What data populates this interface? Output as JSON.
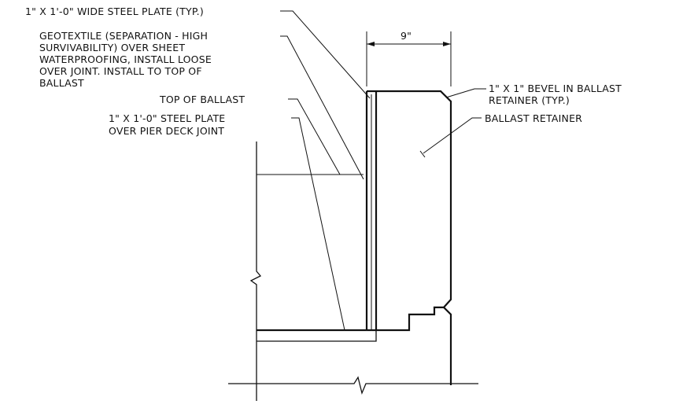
{
  "drawing": {
    "notes": {
      "wide_plate": "1\" X 1'-0\" WIDE STEEL PLATE (TYP.)",
      "geotextile": [
        "GEOTEXTILE (SEPARATION - HIGH",
        "SURVIVABILITY) OVER SHEET",
        "WATERPROOFING, INSTALL LOOSE",
        "OVER JOINT. INSTALL TO TOP OF",
        "BALLAST"
      ],
      "top_of_ballast": "TOP OF BALLAST",
      "steel_plate": [
        "1\" X 1'-0\" STEEL PLATE",
        "OVER PIER DECK JOINT"
      ],
      "bevel": [
        "1\" X 1\" BEVEL IN BALLAST",
        "RETAINER (TYP.)"
      ],
      "ballast_retainer": "BALLAST RETAINER"
    },
    "dimension": {
      "value": "9\""
    },
    "line_color": "#111111",
    "background": "#ffffff"
  }
}
